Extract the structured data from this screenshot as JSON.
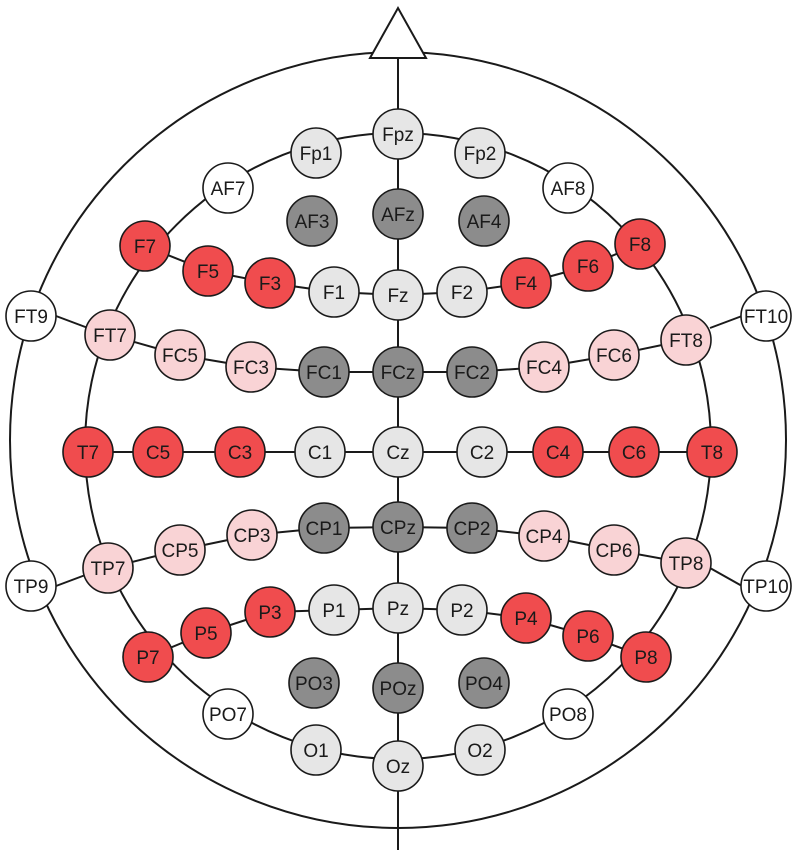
{
  "colors": {
    "white": "#ffffff",
    "light-gray": "#e6e6e6",
    "dark-gray": "#8c8c8c",
    "pink": "#f9d3d5",
    "red": "#f04c4e",
    "outline": "#1a1a1a"
  },
  "electrodes": [
    {
      "id": "Fp1",
      "label": "Fp1",
      "color": "light-gray"
    },
    {
      "id": "Fpz",
      "label": "Fpz",
      "color": "light-gray"
    },
    {
      "id": "Fp2",
      "label": "Fp2",
      "color": "light-gray"
    },
    {
      "id": "AF7",
      "label": "AF7",
      "color": "white"
    },
    {
      "id": "AF3",
      "label": "AF3",
      "color": "dark-gray"
    },
    {
      "id": "AFz",
      "label": "AFz",
      "color": "dark-gray"
    },
    {
      "id": "AF4",
      "label": "AF4",
      "color": "dark-gray"
    },
    {
      "id": "AF8",
      "label": "AF8",
      "color": "white"
    },
    {
      "id": "F7",
      "label": "F7",
      "color": "red"
    },
    {
      "id": "F5",
      "label": "F5",
      "color": "red"
    },
    {
      "id": "F3",
      "label": "F3",
      "color": "red"
    },
    {
      "id": "F1",
      "label": "F1",
      "color": "light-gray"
    },
    {
      "id": "Fz",
      "label": "Fz",
      "color": "light-gray"
    },
    {
      "id": "F2",
      "label": "F2",
      "color": "light-gray"
    },
    {
      "id": "F4",
      "label": "F4",
      "color": "red"
    },
    {
      "id": "F6",
      "label": "F6",
      "color": "red"
    },
    {
      "id": "F8",
      "label": "F8",
      "color": "red"
    },
    {
      "id": "FT9",
      "label": "FT9",
      "color": "white"
    },
    {
      "id": "FT7",
      "label": "FT7",
      "color": "pink"
    },
    {
      "id": "FC5",
      "label": "FC5",
      "color": "pink"
    },
    {
      "id": "FC3",
      "label": "FC3",
      "color": "pink"
    },
    {
      "id": "FC1",
      "label": "FC1",
      "color": "dark-gray"
    },
    {
      "id": "FCz",
      "label": "FCz",
      "color": "dark-gray"
    },
    {
      "id": "FC2",
      "label": "FC2",
      "color": "dark-gray"
    },
    {
      "id": "FC4",
      "label": "FC4",
      "color": "pink"
    },
    {
      "id": "FC6",
      "label": "FC6",
      "color": "pink"
    },
    {
      "id": "FT8",
      "label": "FT8",
      "color": "pink"
    },
    {
      "id": "FT10",
      "label": "FT10",
      "color": "white"
    },
    {
      "id": "T7",
      "label": "T7",
      "color": "red"
    },
    {
      "id": "C5",
      "label": "C5",
      "color": "red"
    },
    {
      "id": "C3",
      "label": "C3",
      "color": "red"
    },
    {
      "id": "C1",
      "label": "C1",
      "color": "light-gray"
    },
    {
      "id": "Cz",
      "label": "Cz",
      "color": "light-gray"
    },
    {
      "id": "C2",
      "label": "C2",
      "color": "light-gray"
    },
    {
      "id": "C4",
      "label": "C4",
      "color": "red"
    },
    {
      "id": "C6",
      "label": "C6",
      "color": "red"
    },
    {
      "id": "T8",
      "label": "T8",
      "color": "red"
    },
    {
      "id": "TP9",
      "label": "TP9",
      "color": "white"
    },
    {
      "id": "TP7",
      "label": "TP7",
      "color": "pink"
    },
    {
      "id": "CP5",
      "label": "CP5",
      "color": "pink"
    },
    {
      "id": "CP3",
      "label": "CP3",
      "color": "pink"
    },
    {
      "id": "CP1",
      "label": "CP1",
      "color": "dark-gray"
    },
    {
      "id": "CPz",
      "label": "CPz",
      "color": "dark-gray"
    },
    {
      "id": "CP2",
      "label": "CP2",
      "color": "dark-gray"
    },
    {
      "id": "CP4",
      "label": "CP4",
      "color": "pink"
    },
    {
      "id": "CP6",
      "label": "CP6",
      "color": "pink"
    },
    {
      "id": "TP8",
      "label": "TP8",
      "color": "pink"
    },
    {
      "id": "TP10",
      "label": "TP10",
      "color": "white"
    },
    {
      "id": "P7",
      "label": "P7",
      "color": "red"
    },
    {
      "id": "P5",
      "label": "P5",
      "color": "red"
    },
    {
      "id": "P3",
      "label": "P3",
      "color": "red"
    },
    {
      "id": "P1",
      "label": "P1",
      "color": "light-gray"
    },
    {
      "id": "Pz",
      "label": "Pz",
      "color": "light-gray"
    },
    {
      "id": "P2",
      "label": "P2",
      "color": "light-gray"
    },
    {
      "id": "P4",
      "label": "P4",
      "color": "red"
    },
    {
      "id": "P6",
      "label": "P6",
      "color": "red"
    },
    {
      "id": "P8",
      "label": "P8",
      "color": "red"
    },
    {
      "id": "PO7",
      "label": "PO7",
      "color": "white"
    },
    {
      "id": "PO3",
      "label": "PO3",
      "color": "dark-gray"
    },
    {
      "id": "POz",
      "label": "POz",
      "color": "dark-gray"
    },
    {
      "id": "PO4",
      "label": "PO4",
      "color": "dark-gray"
    },
    {
      "id": "PO8",
      "label": "PO8",
      "color": "white"
    },
    {
      "id": "O1",
      "label": "O1",
      "color": "light-gray"
    },
    {
      "id": "Oz",
      "label": "Oz",
      "color": "light-gray"
    },
    {
      "id": "O2",
      "label": "O2",
      "color": "light-gray"
    }
  ]
}
